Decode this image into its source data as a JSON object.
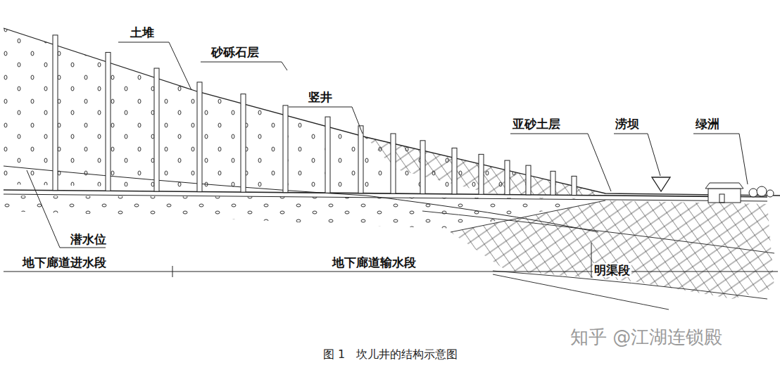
{
  "diagram": {
    "caption": "图 1　坎儿井的结构示意图",
    "labels": [
      "土堆",
      "砂砾石层",
      "竖井",
      "亚砂土层",
      "涝坝",
      "绿洲",
      "潜水位",
      "地下廊道进水段",
      "地下廊道输水段",
      "明渠段",
      "知乎 @江湖连锁殿"
    ]
  }
}
